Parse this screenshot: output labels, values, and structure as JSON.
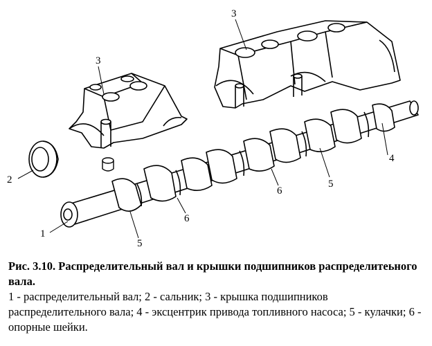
{
  "figure": {
    "callouts": [
      "1",
      "2",
      "3",
      "3",
      "4",
      "5",
      "5",
      "6",
      "6"
    ]
  },
  "caption": {
    "title": "Рис. 3.10. Распределительный вал и крышки подшипников распределитеьного вала.",
    "legend": "1 - распределительный вал; 2 - сальник; 3 - крышка подшипников распределительного вала; 4 - эксцентрик привода топливного насоса; 5 - кулачки; 6 - опорные шейки."
  }
}
